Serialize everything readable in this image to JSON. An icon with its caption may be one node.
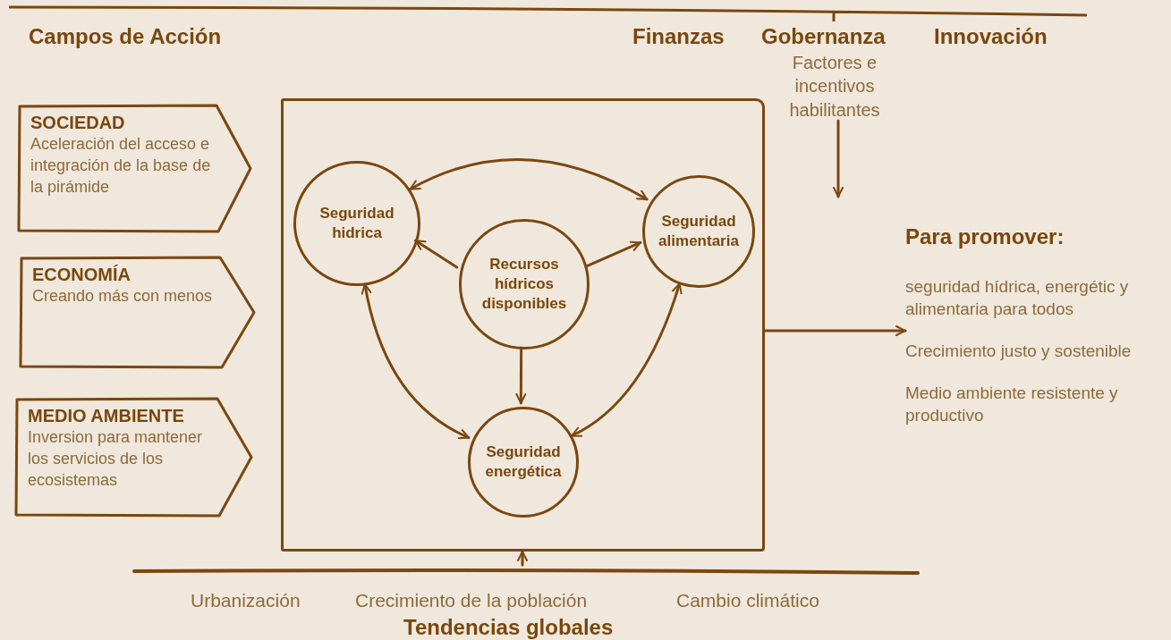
{
  "diagram": {
    "nodes": [
      {
        "text": [
          "SOCIEDAD",
          "Aceleración del acceso e integración de la base de la pirámide"
        ]
      },
      {
        "text": [
          "ECONOMÍA",
          "Creando más con menos"
        ]
      },
      {
        "text": [
          "MEDIO AMBIENTE",
          "Inversion para mantener los servicios de los ecosistemas"
        ]
      },
      {
        "text": [],
        "shape": "box"
      },
      {
        "text": [
          "Seguridad hidrica"
        ],
        "in": 3
      },
      {
        "text": [
          "Seguridad alimentaria"
        ],
        "in": 3
      },
      {
        "text": [
          "Recursos hídricos disponibles"
        ],
        "in": 3
      },
      {
        "text": [
          "Seguridad energética"
        ],
        "in": 3
      },
      {
        "text": [
          "Factores e incentivos habilitantes"
        ]
      },
      {
        "text": [
          "Para promover:",
          "seguridad hídrica, energétic y alimentaria para todos",
          "Crecimiento justo y sostenible",
          "Medio ambiente resistente y productivo"
        ]
      },
      {
        "text": [],
        "shape": "bar"
      }
    ],
    "edges": [
      {
        "from": 4,
        "to": 5,
        "arrow": "both"
      },
      {
        "from": 6,
        "to": 4,
        "arrow": "to"
      },
      {
        "from": 6,
        "to": 5,
        "arrow": "to"
      },
      {
        "from": 6,
        "to": 7,
        "arrow": "to"
      },
      {
        "from": 4,
        "to": 7,
        "arrow": "both"
      },
      {
        "from": 5,
        "to": 7,
        "arrow": "both"
      },
      {
        "from": 8,
        "to": null,
        "arrow": "to"
      },
      {
        "from": 3,
        "to": 9,
        "arrow": "to"
      },
      {
        "from": 10,
        "to": 3,
        "arrow": "to"
      }
    ],
    "labels": [
      "Campos de Acción",
      "Finanzas",
      "Gobernanza",
      "Innovación",
      "Urbanización",
      "Crecimiento de la población",
      "Cambio climático",
      "Tendencias globales"
    ]
  }
}
